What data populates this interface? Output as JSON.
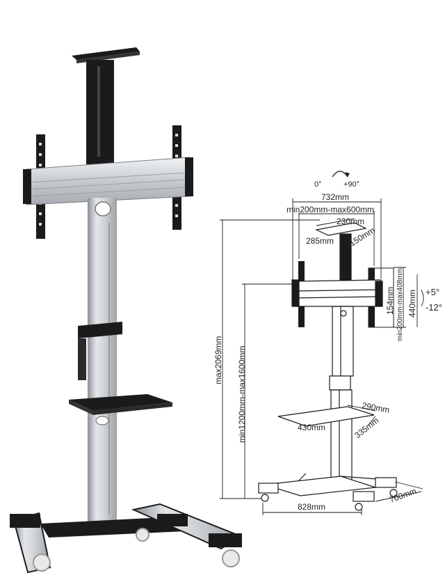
{
  "colors": {
    "black": "#1b1b1b",
    "aluminum_light": "#e4e7ea",
    "aluminum_mid": "#b9bdc2",
    "aluminum_dark": "#8d9197",
    "line": "#1a1a1a",
    "dim_text": "#222222"
  },
  "dimensions": {
    "tilt_left": "0°",
    "tilt_right": "+90°",
    "width_overall": "732mm",
    "vesa_width": "min200mm-max600mm",
    "top_shelf_width": "230mm",
    "top_shelf_depth": "285mm",
    "top_shelf_side": "150mm",
    "bracket_height": "154mm",
    "vesa_height": "min200mm-max408mm",
    "bracket_height_outer": "440mm",
    "tilt_up": "+5°",
    "tilt_down": "-12°",
    "total_height": "max2069mm",
    "mount_height": "min1200mm-max1600mm",
    "shelf_width": "290mm",
    "shelf_depth": "430mm",
    "shelf_side": "335mm",
    "base_width": "828mm",
    "base_depth": "700mm"
  }
}
